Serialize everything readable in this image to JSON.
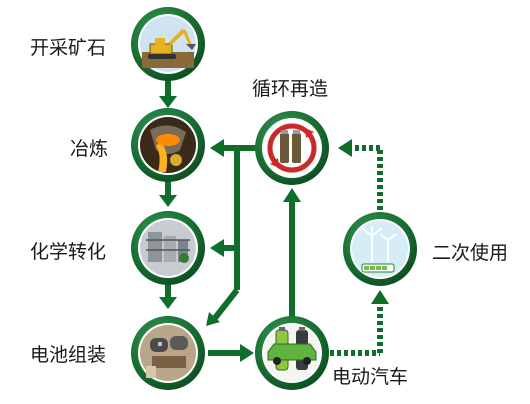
{
  "labels": {
    "mining": "开采矿石",
    "smelting": "冶炼",
    "chemical": "化学转化",
    "assembly": "电池组装",
    "recycle": "循环再造",
    "ev": "电动汽车",
    "second_use": "二次使用"
  },
  "colors": {
    "ring_green": "#1f7a3a",
    "arrow_green": "#0f6e2b",
    "recycle_red": "#c92a2a"
  },
  "icons": {
    "mining": "excavator-icon",
    "smelting": "furnace-icon",
    "chemical": "chemical-plant-icon",
    "assembly": "battery-cells-icon",
    "recycle": "recycle-battery-icon",
    "ev": "electric-car-battery-icon",
    "second_use": "wind-turbine-battery-icon"
  }
}
